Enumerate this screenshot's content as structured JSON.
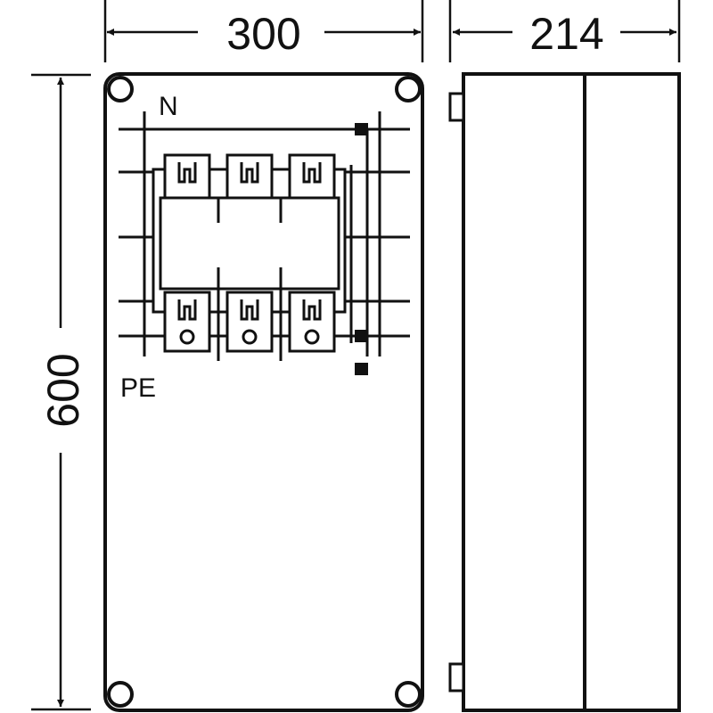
{
  "diagram": {
    "dimensions": {
      "width": "300",
      "depth": "214",
      "height": "600"
    },
    "labels": {
      "neutral": "N",
      "protective_earth": "PE"
    },
    "fuse_poles": 3,
    "colors": {
      "line": "#111111",
      "background": "#ffffff"
    }
  }
}
